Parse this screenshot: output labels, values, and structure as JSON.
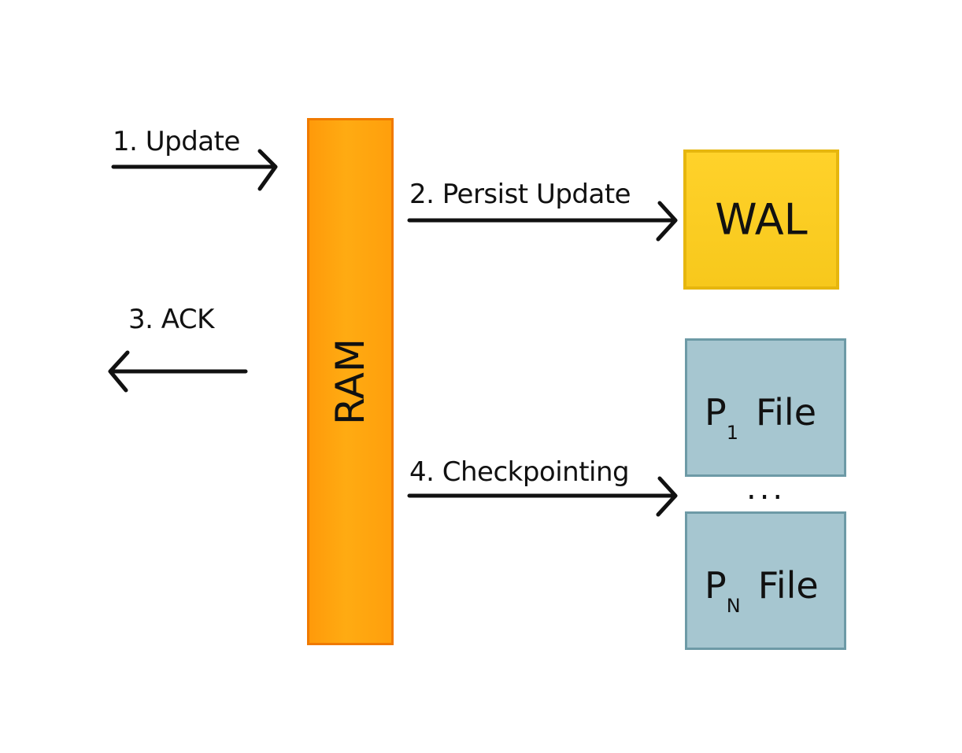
{
  "arrows": {
    "update": "1. Update",
    "persist": "2. Persist Update",
    "ack": "3. ACK",
    "checkpointing": "4. Checkpointing"
  },
  "ram": {
    "label": "RAM"
  },
  "wal": {
    "label": "WAL"
  },
  "files": [
    {
      "prefix": "P",
      "subscript": "1",
      "name": "File"
    },
    {
      "prefix": "P",
      "subscript": "N",
      "name": "File"
    }
  ],
  "ellipsis": "...",
  "colors": {
    "ram": "#ffa510",
    "wal": "#f8c91f",
    "file": "#a6c6d0",
    "arrow": "#111111"
  }
}
